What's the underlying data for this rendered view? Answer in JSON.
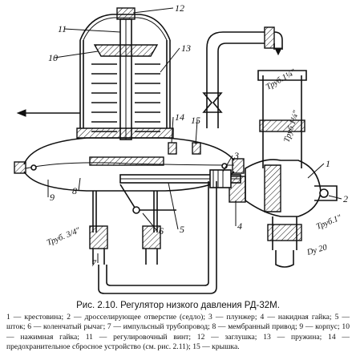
{
  "figure": {
    "labels": {
      "pipe_top_right": "Труб.1¼\"",
      "pipe_mid_right": "Труб.1¼\"",
      "pipe_right": "Труб.1\"",
      "pipe_left": "Труб. 3/4\"",
      "dn": "Dy 20"
    },
    "callouts": [
      "1",
      "2",
      "3",
      "4",
      "5",
      "6",
      "7",
      "8",
      "9",
      "10",
      "11",
      "12",
      "13",
      "14",
      "15"
    ]
  },
  "caption": {
    "title": "Рис. 2.10. Регулятор низкого давления РД-32М.",
    "legend": "1 — крестовина; 2 — дросселирующее отверстие (седло); 3 — плунжер; 4 — накидная гайка; 5 — шток; 6 — коленчатый рычаг; 7 — импульсный трубопровод; 8 — мембранный привод; 9 — корпус; 10 — нажимная гайка; 11 — регулировочный винт; 12 — заглушка; 13 — пружина; 14 — предохранительное сбросное устройство (см. рис. 2.11); 15 — крышка."
  }
}
